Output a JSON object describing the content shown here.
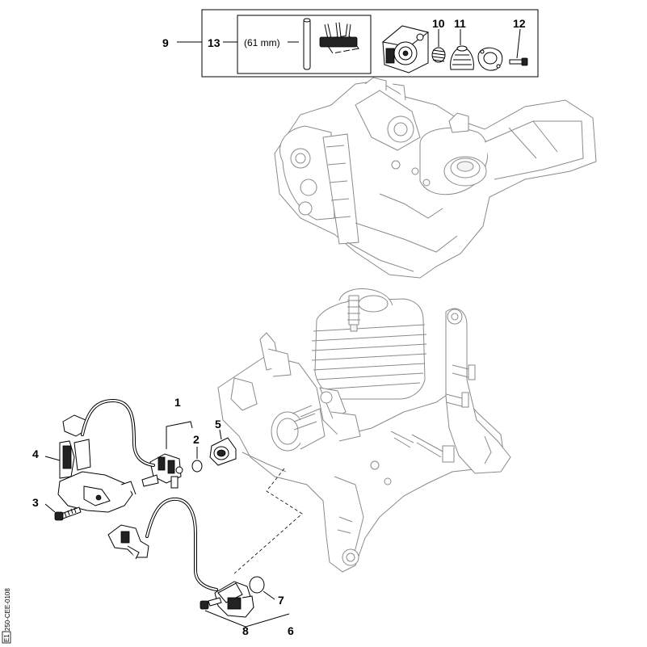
{
  "diagram": {
    "callouts": {
      "c1": "1",
      "c2": "2",
      "c3": "3",
      "c4": "4",
      "c5": "5",
      "c6": "6",
      "c7": "7",
      "c8": "8",
      "c9": "9",
      "c10": "10",
      "c11": "11",
      "c12": "12",
      "c13": "13"
    },
    "dimension_note": "(61 mm)",
    "side_code": "F250-CEE-0108",
    "side_mark": "E1"
  }
}
